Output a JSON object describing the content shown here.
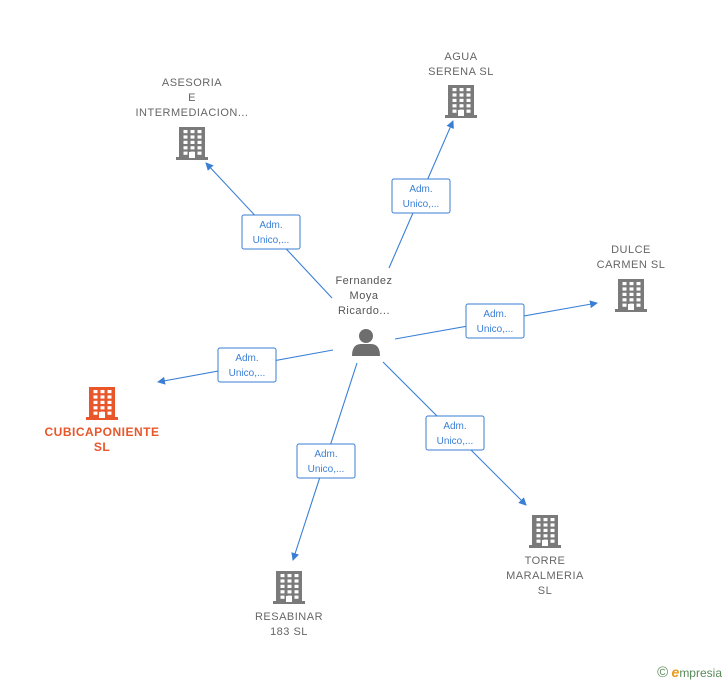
{
  "center": {
    "name_lines": [
      "Fernandez",
      "Moya",
      "Ricardo..."
    ],
    "icon": "person-icon"
  },
  "companies": [
    {
      "id": "asesoria",
      "lines": [
        "ASESORIA",
        "E",
        "INTERMEDIACION..."
      ],
      "highlight": false,
      "icon": "building-icon"
    },
    {
      "id": "agua",
      "lines": [
        "AGUA",
        "SERENA SL"
      ],
      "highlight": false,
      "icon": "building-icon"
    },
    {
      "id": "dulce",
      "lines": [
        "DULCE",
        "CARMEN SL"
      ],
      "highlight": false,
      "icon": "building-icon"
    },
    {
      "id": "cubicaponiente",
      "lines": [
        "CUBICAPONIENTE",
        "SL"
      ],
      "highlight": true,
      "icon": "building-icon"
    },
    {
      "id": "torre",
      "lines": [
        "TORRE",
        "MARALMERIA",
        "SL"
      ],
      "highlight": false,
      "icon": "building-icon"
    },
    {
      "id": "resabinar",
      "lines": [
        "RESABINAR",
        "183 SL"
      ],
      "highlight": false,
      "icon": "building-icon"
    }
  ],
  "edges": [
    {
      "to": "asesoria",
      "label": [
        "Adm.",
        "Unico,..."
      ]
    },
    {
      "to": "agua",
      "label": [
        "Adm.",
        "Unico,..."
      ]
    },
    {
      "to": "dulce",
      "label": [
        "Adm.",
        "Unico,..."
      ]
    },
    {
      "to": "cubicaponiente",
      "label": [
        "Adm.",
        "Unico,..."
      ]
    },
    {
      "to": "torre",
      "label": [
        "Adm.",
        "Unico,..."
      ]
    },
    {
      "to": "resabinar",
      "label": [
        "Adm.",
        "Unico,..."
      ]
    }
  ],
  "colors": {
    "edge": "#3a7fd5",
    "building": "#7a7a7a",
    "building_highlight": "#e8562a",
    "person": "#6e6e6e"
  },
  "brand": {
    "symbol": "©",
    "initial": "e",
    "rest": "mpresia"
  }
}
